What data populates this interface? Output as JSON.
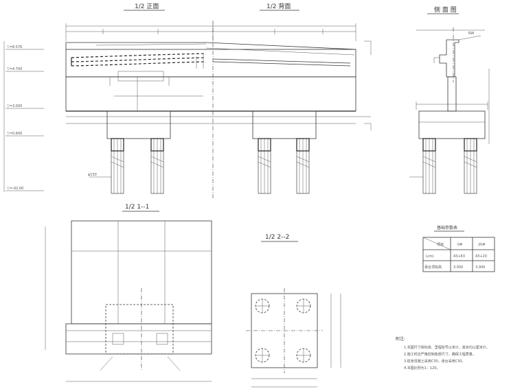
{
  "drawing": {
    "views": {
      "front_half": "1/2 正面",
      "back_half": "1/2 背面",
      "side": "侧 面 图",
      "section_1": "1/2 1--1",
      "section_2": "1/2 2--2"
    },
    "table": {
      "title": "基础参数表",
      "headers": [
        "项目",
        "0#",
        "20#"
      ],
      "rows": [
        [
          "L(m)",
          "43+63",
          "43+20"
        ],
        [
          "承台顶标高",
          "3.000",
          "3.000"
        ]
      ]
    },
    "notes": {
      "heading": "附注:",
      "lines": [
        "1.本图尺寸除标高、里程桩号以米计，其余均以厘米计。",
        "2.施工时应严格控制各部尺寸，确保工程质量。",
        "3.桩身混凝土采用C30，承台采用C30。",
        "4.本图比例为1：120。"
      ]
    },
    "colors": {
      "line": "#333333",
      "background": "#ffffff"
    }
  }
}
